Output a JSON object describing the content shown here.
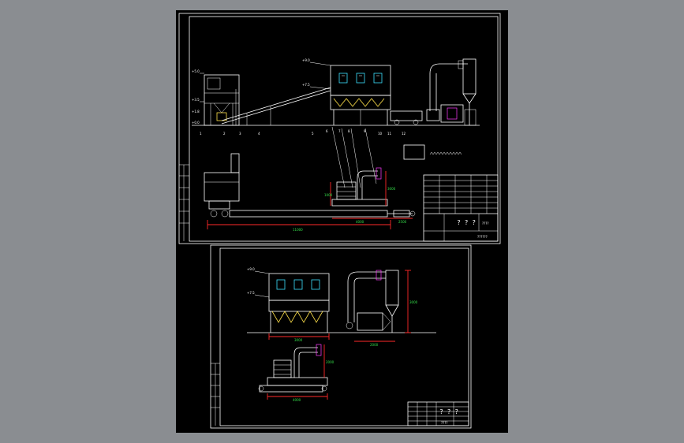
{
  "colors": {
    "background_outer": "#8a8d91",
    "sheet": "#000000",
    "line_white": "#ffffff",
    "dimension_red": "#ff2a2a",
    "window_cyan": "#3ee0ff",
    "accent_yellow": "#ffe14a",
    "accent_magenta": "#ff3cff",
    "dim_text_green": "#35e04a"
  },
  "sheet1": {
    "leaders": [
      "1",
      "2",
      "3",
      "4",
      "5",
      "6",
      "7",
      "8",
      "9",
      "10",
      "11",
      "12"
    ],
    "elevations": [
      "+5.0",
      "+3.5",
      "+1.8",
      "+0.0",
      "+9.0",
      "+7.5"
    ],
    "dimensions": {
      "overall": "11000",
      "span_a": "4000",
      "span_b": "2500",
      "height_a": "1000",
      "height_b": "3000"
    },
    "title_block": {
      "scale": "? ? ?",
      "name": "????",
      "drawing_no": "??????"
    }
  },
  "sheet2": {
    "elevations": [
      "+9.0",
      "+7.5"
    ],
    "dimensions": {
      "width_top": "3000",
      "span_right": "2000",
      "height_right": "3000",
      "bottom_width": "4000",
      "bottom_height": "2000"
    },
    "title_block": {
      "scale": "? ? ?",
      "name": "????"
    }
  }
}
